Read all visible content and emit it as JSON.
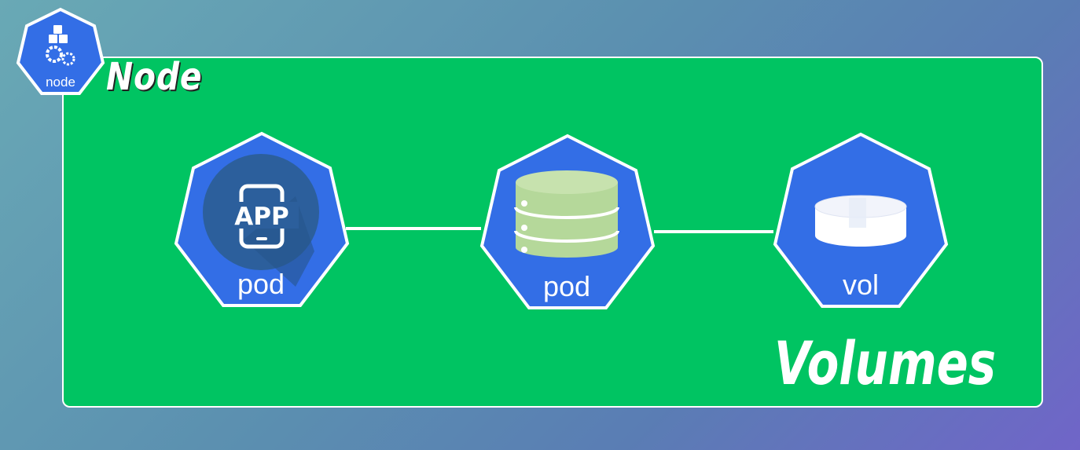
{
  "node": {
    "badge_label": "node",
    "title": "Node"
  },
  "pods": [
    {
      "label": "pod",
      "icon": "app-phone-icon",
      "app_text": "APP"
    },
    {
      "label": "pod",
      "icon": "database-icon"
    }
  ],
  "volume": {
    "label": "vol",
    "icon": "disk-icon"
  },
  "caption": "Volumes",
  "colors": {
    "node_box": "#00c462",
    "hex_fill": "#336ee6",
    "outline": "#ffffff",
    "db_green": "#b5d89a"
  }
}
